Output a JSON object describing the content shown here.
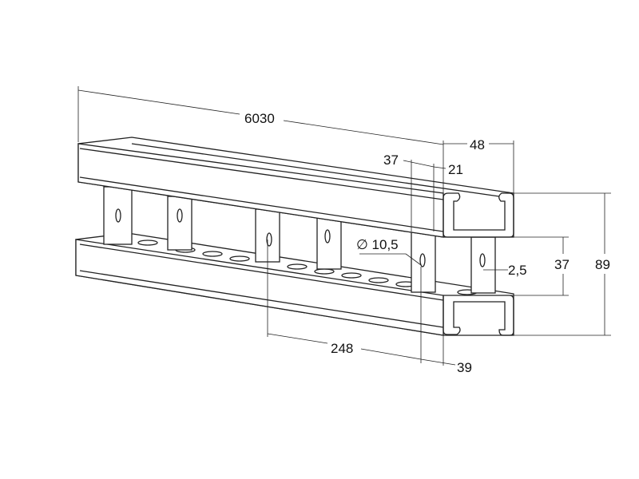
{
  "drawing": {
    "dimensions": {
      "overall_length": "6030",
      "channel_width": "48",
      "plate_spacing_top": "37",
      "offset_top": "21",
      "hole_diameter": "∅ 10,5",
      "plate_thickness": "2,5",
      "gap_height": "37",
      "total_height": "89",
      "plate_pitch": "248",
      "hole_offset": "39"
    }
  }
}
